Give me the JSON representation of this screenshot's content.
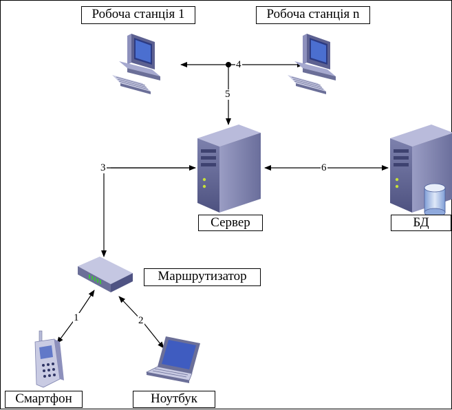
{
  "labels": {
    "workstation_1": "Робоча станція 1",
    "workstation_n": "Робоча станція n",
    "server": "Сервер",
    "database": "БД",
    "router": "Маршрутизатор",
    "smartphone": "Смартфон",
    "laptop": "Ноутбук"
  },
  "connections": {
    "c1": "1",
    "c2": "2",
    "c3": "3",
    "c4": "4",
    "c5": "5",
    "c6": "6"
  },
  "colors": {
    "line": "#000000",
    "device_body": "#6b6f98",
    "device_light": "#c9cbe3",
    "screen": "#2c3a82"
  },
  "icons": [
    "workstation-icon",
    "server-icon",
    "database-server-icon",
    "router-icon",
    "smartphone-icon",
    "laptop-icon"
  ]
}
